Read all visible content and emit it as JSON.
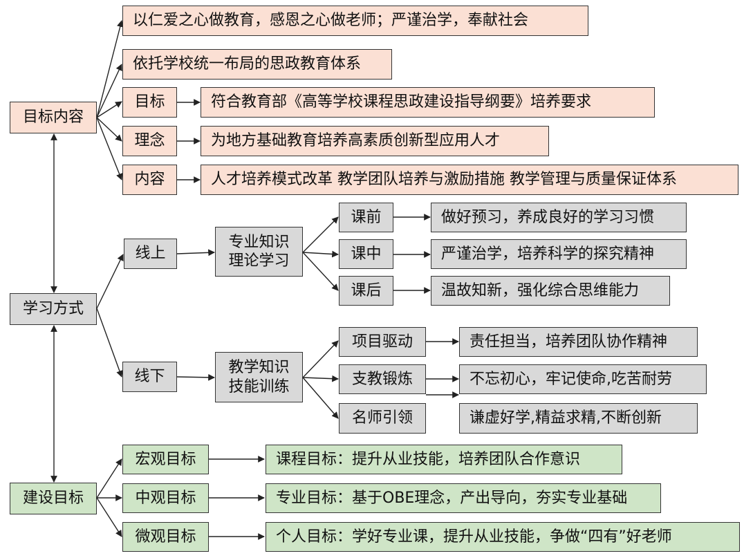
{
  "colors": {
    "pink": "#fbe0d4",
    "gray": "#d9d9d9",
    "green": "#cfe5c7",
    "line": "#222222"
  },
  "nodes": {
    "mubiao_neirong": "目标内容",
    "xuexi_fangshi": "学习方式",
    "jianshe_mubiao": "建设目标",
    "motto": "以仁爱之心做教育，感恩之心做老师；严谨治学，奉献社会",
    "yituo": "依托学校统一布局的思政教育体系",
    "mubiao": "目标",
    "mubiao_detail": "符合教育部《高等学校课程思政建设指导纲要》培养要求",
    "linian": "理念",
    "linian_detail": "为地方基础教育培养高素质创新型应用人才",
    "neirong": "内容",
    "neirong_detail": "人才培养模式改革  教学团队培养与激励措施  教学管理与质量保证体系",
    "xianshang": "线上",
    "zhuanye_line1": "专业知识",
    "zhuanye_line2": "理论学习",
    "keqian": "课前",
    "keqian_detail": "做好预习，养成良好的学习习惯",
    "kezhong": "课中",
    "kezhong_detail": "严谨治学，培养科学的探究精神",
    "kehou": "课后",
    "kehou_detail": "温故知新，强化综合思维能力",
    "xianxia": "线下",
    "jiaoxue_line1": "教学知识",
    "jiaoxue_line2": "技能训练",
    "xiangmu": "项目驱动",
    "xiangmu_detail": "责任担当，培养团队协作精神",
    "zhijiao": "支教锻炼",
    "zhijiao_detail": "不忘初心，牢记使命,吃苦耐劳",
    "mingshi": "名师引领",
    "mingshi_detail": "谦虚好学,精益求精,不断创新",
    "hongguan": "宏观目标",
    "hongguan_detail": "课程目标：提升从业技能，培养团队合作意识",
    "zhongguan": "中观目标",
    "zhongguan_detail": "专业目标：基于OBE理念，产出导向，夯实专业基础",
    "weiguan": "微观目标",
    "weiguan_detail": "个人目标：学好专业课，提升从业技能，争做“四有”好老师"
  }
}
